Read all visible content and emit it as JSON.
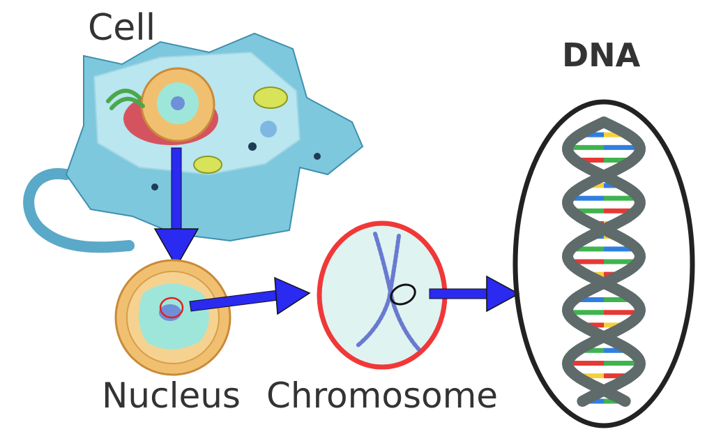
{
  "labels": {
    "cell": "Cell",
    "dna": "DNA",
    "nucleus": "Nucleus",
    "chromosome": "Chromosome"
  },
  "colors": {
    "arrow": "#2a2af0",
    "cell_body": "#7ec8de",
    "cell_shadow": "#5aa9c8",
    "nucleus_outer": "#f0c070",
    "nucleus_inner": "#9ee6da",
    "chromosome_ring": "#f03838",
    "chromosome_fill": "#dff3f1",
    "chromatin": "#5566cc",
    "dna_backbone": "#5f6a6a",
    "dna_ellipse": "#222222",
    "base_red": "#e53935",
    "base_yellow": "#f4d03f",
    "base_blue": "#2f7fe0",
    "base_green": "#3fb34f"
  },
  "icons": [
    "cell-illustration",
    "nucleus-illustration",
    "chromosome-illustration",
    "dna-double-helix",
    "arrow-right",
    "arrow-down"
  ]
}
